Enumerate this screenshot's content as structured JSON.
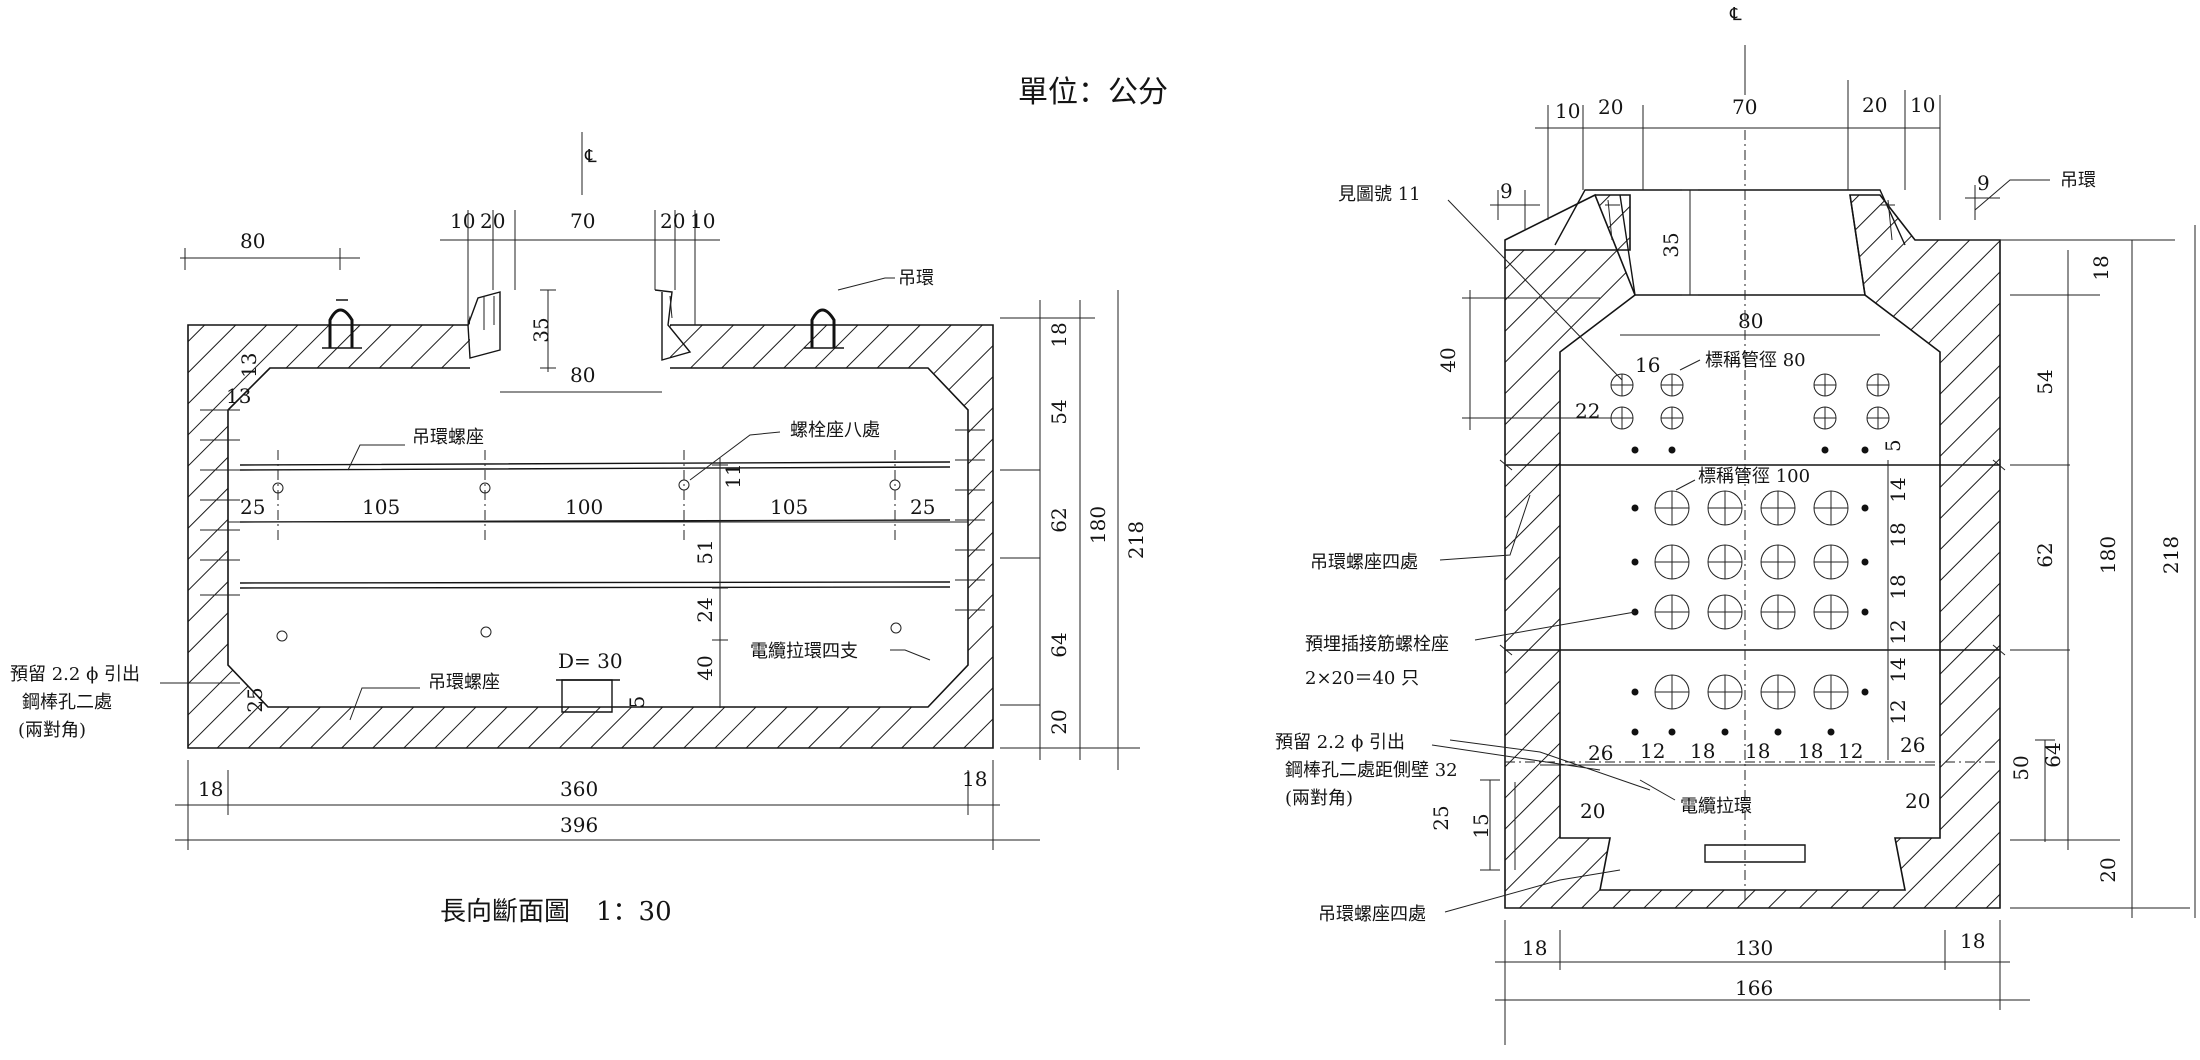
{
  "unit": "單位：公分",
  "left": {
    "caption": "長向斷面圖　1：30",
    "centerline": "℄",
    "labels": {
      "hoist_ring": "吊環",
      "ring_base_top": "吊環螺座",
      "bolt_base": "螺栓座八處",
      "ring_base_bottom": "吊環螺座",
      "cable_ring": "電纜拉環四支",
      "rebar_hole_1": "預留 2.2 ϕ 引出",
      "rebar_hole_2": "鋼棒孔二處",
      "rebar_hole_3": "(兩對角)",
      "d30": "D= 30"
    },
    "dims": {
      "d80a": "80",
      "d10a": "10",
      "d20a": "20",
      "d70": "70",
      "d20b": "20",
      "d10b": "10",
      "d35": "35",
      "d80b": "80",
      "d13a": "13",
      "d13b": "13",
      "d25a": "25",
      "d105a": "105",
      "d100": "100",
      "d105b": "105",
      "d25b": "25",
      "d11": "11",
      "d51": "51",
      "d24": "24",
      "d40": "40",
      "d25c": "25",
      "d5": "5",
      "d18t": "18",
      "d54": "54",
      "d62": "62",
      "d64": "64",
      "d20": "20",
      "d180": "180",
      "d218": "218",
      "d18l": "18",
      "d360": "360",
      "d18r": "18",
      "d396": "396"
    }
  },
  "right": {
    "centerline": "℄",
    "labels": {
      "see_drawing": "見圖號 11",
      "hoist_ring": "吊環",
      "pipe80": "標稱管徑 80",
      "pipe100": "標稱管徑 100",
      "ring_base_4a": "吊環螺座四處",
      "embedded_1": "預埋插接筋螺栓座",
      "embedded_2": "2×20＝40 只",
      "rebar_1": "預留 2.2 ϕ 引出",
      "rebar_2": "鋼棒孔二處距側壁 32",
      "rebar_3": "(兩對角)",
      "cable_ring": "電纜拉環",
      "ring_base_4b": "吊環螺座四處"
    },
    "dims": {
      "t10a": "10",
      "t20a": "20",
      "t70": "70",
      "t20b": "20",
      "t10b": "10",
      "t9a": "9",
      "t9b": "9",
      "t35": "35",
      "t80": "80",
      "t40": "40",
      "t22": "22",
      "t16": "16",
      "t5": "5",
      "r14a": "14",
      "r18a": "18",
      "r18b": "18",
      "r12a": "12",
      "r14b": "14",
      "r12b": "12",
      "b26a": "26",
      "b12a": "12",
      "b18a": "18",
      "b18b": "18",
      "b18c": "18",
      "b12b": "12",
      "b26b": "26",
      "b20a": "20",
      "b20b": "20",
      "b25": "25",
      "b15": "15",
      "o18": "18",
      "o54": "54",
      "o62": "62",
      "o180": "180",
      "o218": "218",
      "o50": "50",
      "o64": "64",
      "o20": "20",
      "w18a": "18",
      "w130": "130",
      "w18b": "18",
      "w166": "166"
    }
  }
}
